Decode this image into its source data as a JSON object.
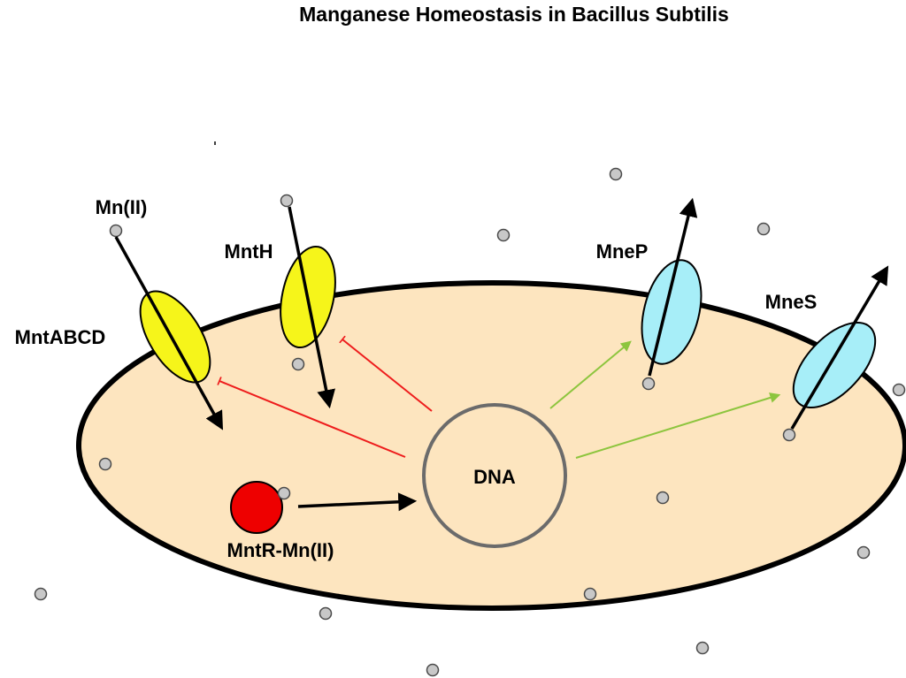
{
  "title": "Manganese Homeostasis in Bacillus Subtilis",
  "labels": {
    "mn": "Mn(II)",
    "mntabcd": "MntABCD",
    "mnth": "MntH",
    "mnep": "MneP",
    "mnes": "MneS",
    "dna": "DNA",
    "mntr": "MntR-Mn(II)"
  },
  "colors": {
    "cell_fill": "#fde5bf",
    "cell_stroke": "#000000",
    "importer_fill": "#f6f51a",
    "exporter_fill": "#a7eef8",
    "repressor_fill": "#ee0000",
    "dna_stroke": "#6b6b6b",
    "repression": "#ee1c1c",
    "activation": "#8dc53e",
    "ion_fill": "#c8c8c8"
  }
}
